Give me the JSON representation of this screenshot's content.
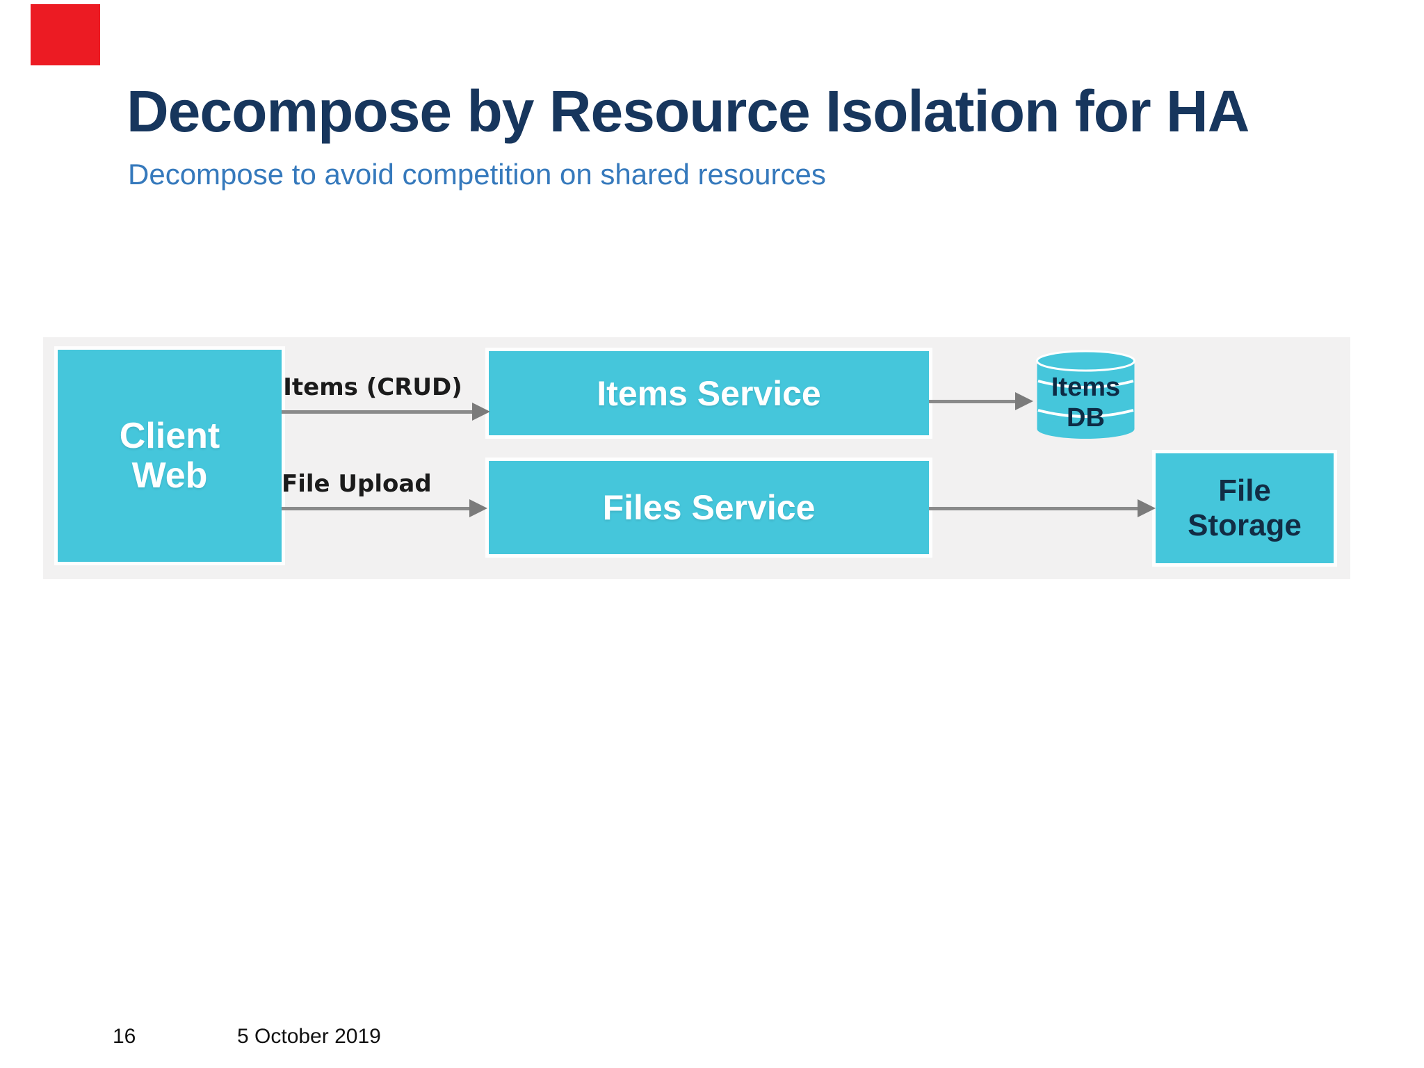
{
  "header": {
    "title": "Decompose by Resource Isolation for HA",
    "title_color": "#17365D",
    "subtitle": "Decompose to avoid competition on shared resources",
    "subtitle_color": "#3579BC"
  },
  "indicator": {
    "color": "#EC1B23"
  },
  "diagram": {
    "panel_bg": "#F2F1F1",
    "node_fill": "#45C6DB",
    "node_text_light": "#FFFFFF",
    "node_text_dark": "#122C44",
    "arrow_color": "#8A8A8A",
    "nodes": {
      "client": {
        "lines": [
          "Client",
          "Web"
        ]
      },
      "items_service": {
        "label": "Items Service"
      },
      "files_service": {
        "label": "Files Service"
      },
      "items_db": {
        "lines": [
          "Items",
          "DB"
        ]
      },
      "file_storage": {
        "lines": [
          "File",
          "Storage"
        ]
      }
    },
    "edges": {
      "items_crud": {
        "label": "Items (CRUD)"
      },
      "file_upload": {
        "label": "File Upload"
      }
    }
  },
  "footer": {
    "page_number": "16",
    "date": "5 October 2019"
  }
}
